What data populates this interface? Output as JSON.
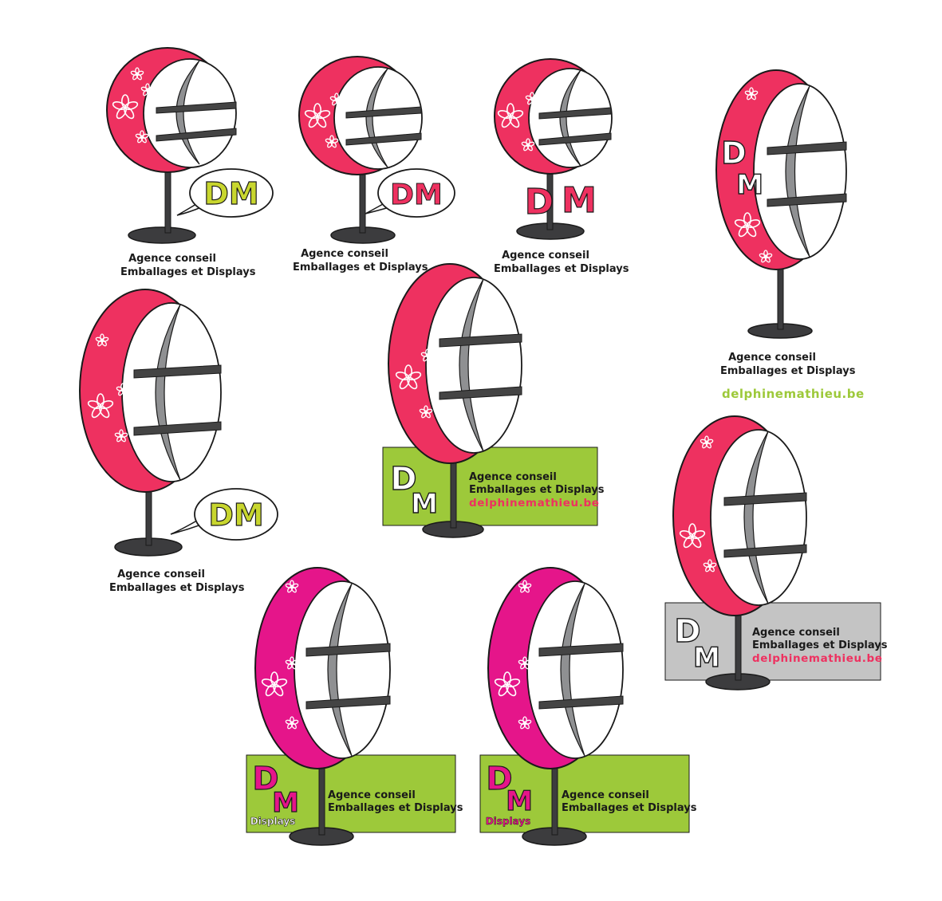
{
  "colors": {
    "red": "#ee3160",
    "magenta": "#e5158a",
    "lime": "#9dc93a",
    "lime_text": "#c8d62e",
    "grey_panel": "#c4c4c4",
    "shelf_grey": "#8f9092",
    "stand": "#3c3c3e",
    "outline": "#1a1a1a",
    "white": "#ffffff"
  },
  "icons": [
    "flower-icon",
    "small-flower-icon",
    "speech-bubble-icon",
    "dm-logo-icon"
  ],
  "logo": {
    "dm": "DM",
    "d": "D",
    "m": "M",
    "displays": "Displays"
  },
  "caption": {
    "line1": "Agence conseil",
    "line2": "Emballages et Displays"
  },
  "website": "delphinemathieu.be",
  "variants": [
    {
      "caption_line1": "Agence conseil",
      "caption_line2": "Emballages et Displays"
    },
    {
      "caption_line1": "Agence conseil",
      "caption_line2": "Emballages et Displays"
    },
    {
      "caption_line1": "Agence conseil",
      "caption_line2": "Emballages et Displays"
    },
    {
      "caption_line1": "Agence conseil",
      "caption_line2": "Emballages et Displays",
      "url": "delphinemathieu.be"
    },
    {
      "caption_line1": "Agence conseil",
      "caption_line2": "Emballages et Displays"
    },
    {
      "caption_line1": "Agence conseil",
      "caption_line2": "Emballages et Displays",
      "url": "delphinemathieu.be"
    },
    {
      "caption_line1": "Agence conseil",
      "caption_line2": "Emballages et Displays",
      "url": "delphinemathieu.be"
    },
    {
      "caption_line1": "Agence conseil",
      "caption_line2": "Emballages et Displays"
    },
    {
      "caption_line1": "Agence conseil",
      "caption_line2": "Emballages et Displays",
      "displays": "Displays"
    }
  ]
}
